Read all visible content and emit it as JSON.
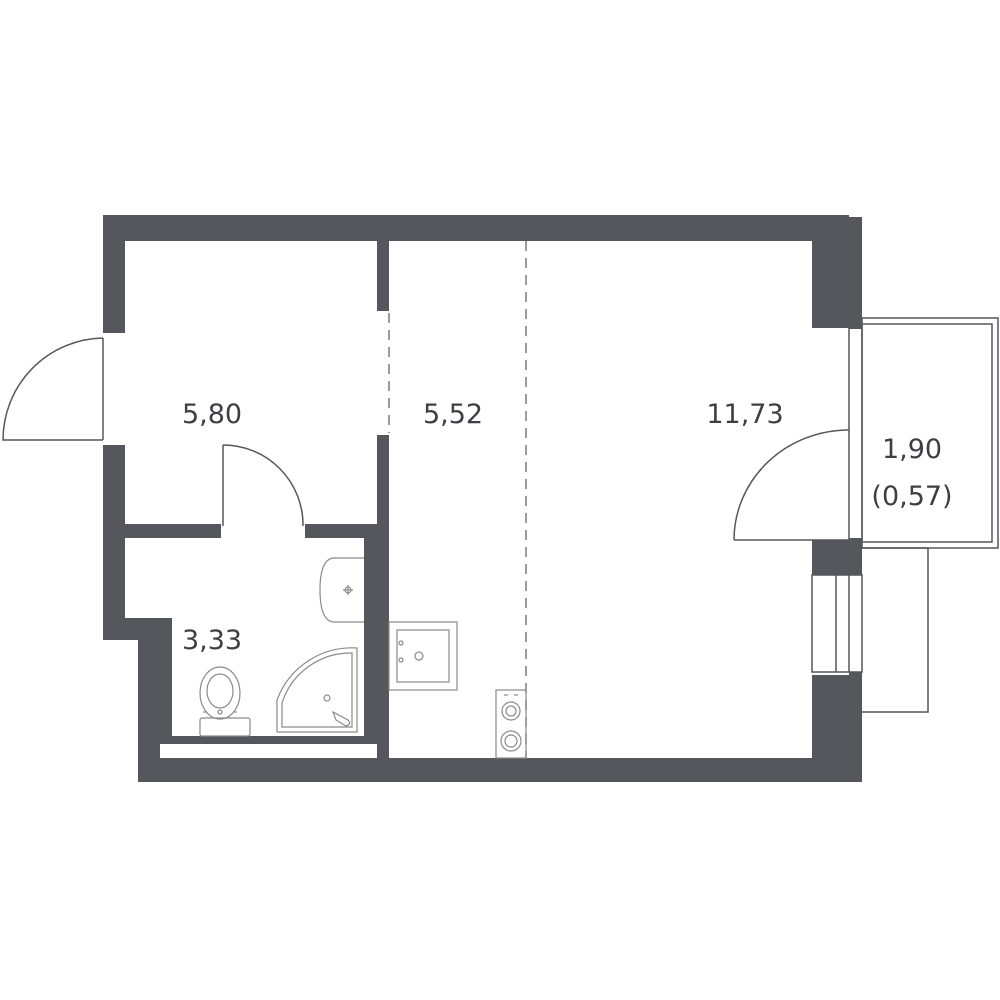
{
  "colors": {
    "wall": "#55575d",
    "line": "#55575d",
    "thin_line": "#9a9a9a",
    "fixture": "#8a8a8a",
    "text": "#3d3f44",
    "background": "#ffffff"
  },
  "rooms": {
    "hall": {
      "area": "5,80"
    },
    "kitchen": {
      "area": "5,52"
    },
    "living": {
      "area": "11,73"
    },
    "bathroom": {
      "area": "3,33"
    },
    "balcony": {
      "area": "1,90",
      "reduced_area": "(0,57)"
    }
  },
  "icons": {
    "fixtures": [
      "sink-icon",
      "shower-icon",
      "toilet-icon",
      "kitchen-sink-icon",
      "stove-icon"
    ]
  }
}
